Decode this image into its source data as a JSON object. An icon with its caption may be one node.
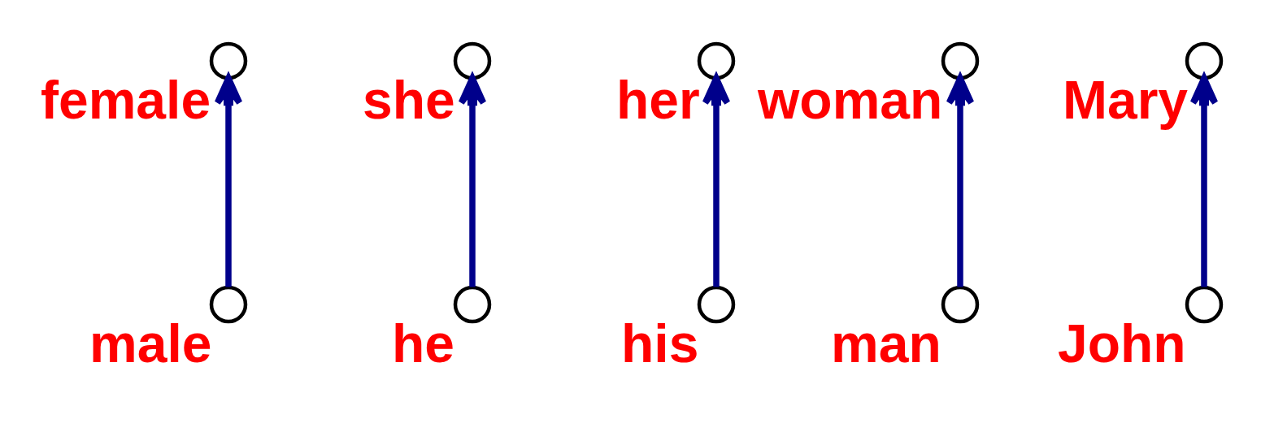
{
  "diagram": {
    "nodes": [
      {
        "text": [],
        "shape": "circle",
        "beside": [
          "male"
        ]
      },
      {
        "text": [],
        "shape": "circle",
        "beside": [
          "female"
        ]
      },
      {
        "text": [],
        "shape": "circle",
        "beside": [
          "he"
        ]
      },
      {
        "text": [],
        "shape": "circle",
        "beside": [
          "she"
        ]
      },
      {
        "text": [],
        "shape": "circle",
        "beside": [
          "his"
        ]
      },
      {
        "text": [],
        "shape": "circle",
        "beside": [
          "her"
        ]
      },
      {
        "text": [],
        "shape": "circle",
        "beside": [
          "man"
        ]
      },
      {
        "text": [],
        "shape": "circle",
        "beside": [
          "woman"
        ]
      },
      {
        "text": [],
        "shape": "circle",
        "beside": [
          "John"
        ]
      },
      {
        "text": [],
        "shape": "circle",
        "beside": [
          "Mary"
        ]
      }
    ],
    "edges": [
      {
        "from": 0,
        "to": 1,
        "arrow": "to"
      },
      {
        "from": 2,
        "to": 3,
        "arrow": "to"
      },
      {
        "from": 4,
        "to": 5,
        "arrow": "to"
      },
      {
        "from": 6,
        "to": 7,
        "arrow": "to"
      },
      {
        "from": 8,
        "to": 9,
        "arrow": "to"
      }
    ]
  }
}
